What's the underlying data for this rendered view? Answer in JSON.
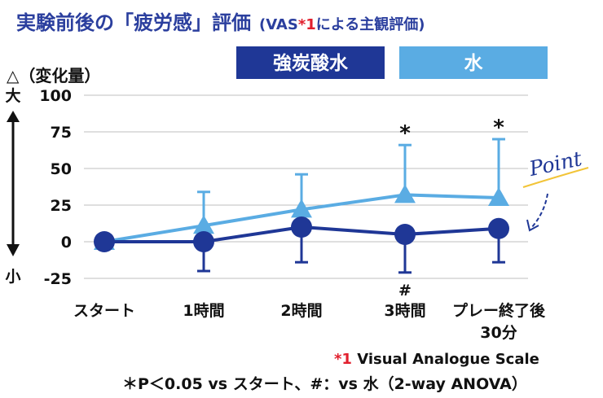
{
  "title": {
    "main": "実験前後の「疲労感」評価",
    "sub_pre": "(VAS",
    "sub_mark": "*1",
    "sub_post": "による主観評価)"
  },
  "colors": {
    "title": "#2b3f9e",
    "carbonated": "#1f3796",
    "water": "#5aace3",
    "mark": "#e11f2d",
    "grid": "#bfbfbf",
    "text": "#111111",
    "point": "#1f3796",
    "point_line": "#f2c438"
  },
  "legend": {
    "carbonated": "強炭酸水",
    "water": "水"
  },
  "axis": {
    "unit_label": "△（変化量）",
    "big_label": "大",
    "small_label": "小"
  },
  "annotation": {
    "point": "Point",
    "sig_star": "*",
    "sig_hash": "#"
  },
  "footnote": {
    "line1_mark": "*1",
    "line1_text": " Visual Analogue Scale",
    "line2": "＊P＜0.05 vs スタート、#：vs 水（2-way ANOVA）"
  },
  "chart_data": {
    "type": "line",
    "categories": [
      "スタート",
      "1時間",
      "2時間",
      "3時間",
      "プレー終了後 30分"
    ],
    "category_lines": [
      [
        "スタート"
      ],
      [
        "1時間"
      ],
      [
        "2時間"
      ],
      [
        "3時間"
      ],
      [
        "プレー終了後",
        "30分"
      ]
    ],
    "ylim": [
      -25,
      100
    ],
    "yticks": [
      100,
      75,
      50,
      25,
      0,
      -25
    ],
    "grid": true,
    "series": [
      {
        "name": "強炭酸水",
        "marker": "circle",
        "values": [
          0,
          0,
          10,
          5,
          9
        ],
        "err_up": [
          0,
          0,
          0,
          0,
          0
        ],
        "err_down": [
          0,
          20,
          24,
          26,
          23
        ]
      },
      {
        "name": "水",
        "marker": "triangle",
        "values": [
          0,
          11,
          22,
          32,
          30
        ],
        "err_up": [
          0,
          23,
          24,
          34,
          40
        ],
        "err_down": [
          0,
          0,
          0,
          0,
          0
        ]
      }
    ],
    "significance": [
      {
        "category": "3時間",
        "mark": "*",
        "series": "水"
      },
      {
        "category": "プレー終了後 30分",
        "mark": "*",
        "series": "水"
      },
      {
        "category": "3時間",
        "mark": "#",
        "series": "強炭酸水"
      }
    ]
  }
}
